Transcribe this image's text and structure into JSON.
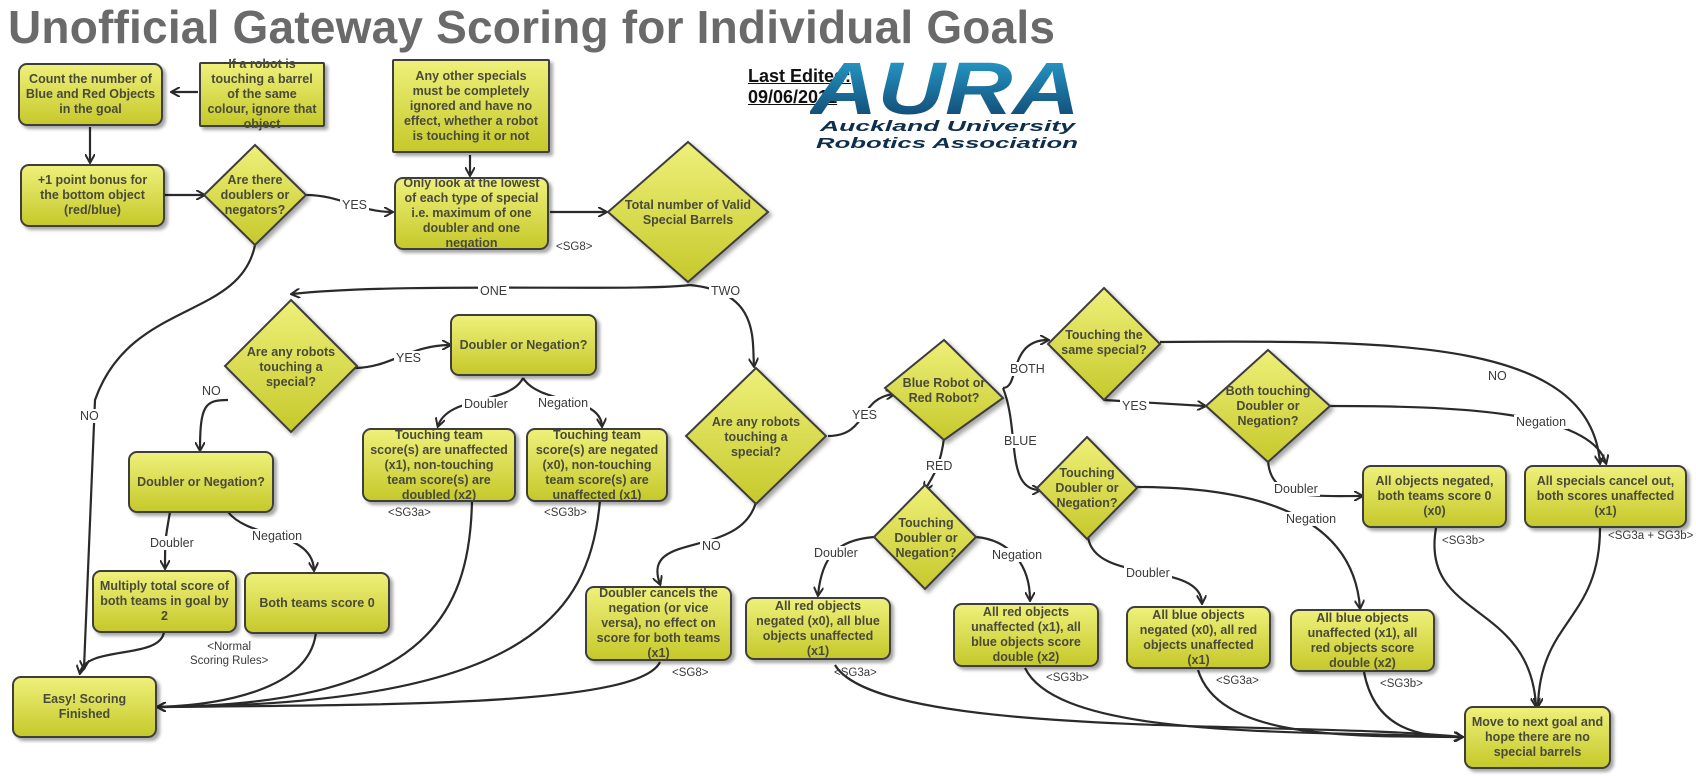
{
  "title": "Unofficial Gateway Scoring for Individual Goals",
  "last_edited": {
    "label": "Last Edited:",
    "date": "09/06/2011"
  },
  "logo": {
    "main": "AURA",
    "line1": "Auckland University",
    "line2": "Robotics Association"
  },
  "nodes": {
    "count": "Count the number of Blue and Red Objects in the goal",
    "ignore_barrel": "If a robot is touching a barrel of the same colour, ignore that object",
    "bonus": "+1 point bonus for the bottom object (red/blue)",
    "q_doublers": "Are there doublers or negators?",
    "other_specials": "Any other specials must be completely ignored and have no effect, whether a robot is touching it or not",
    "lowest_special": "Only look at the lowest of each type of special i.e. maximum of one doubler and one negation",
    "q_total": "Total number of Valid Special Barrels",
    "q_touch_one": "Are any robots touching a special?",
    "dn_yes": "Doubler or Negation?",
    "dn_no": "Doubler or Negation?",
    "doubled": "Touching team score(s) are unaffected (x1), non-touching team score(s) are doubled (x2)",
    "negated": "Touching team score(s) are negated (x0), non-touching team score(s) are unaffected (x1)",
    "multiply": "Multiply total score of both teams in goal by 2",
    "zero": "Both teams score 0",
    "easy": "Easy! Scoring Finished",
    "q_touch_two": "Are any robots touching a special?",
    "cancel": "Doubler cancels the negation (or vice versa), no effect on score for both teams (x1)",
    "q_color": "Blue Robot or Red Robot?",
    "q_same": "Touching the same special?",
    "q_both_dn": "Both touching Doubler or Negation?",
    "q_red_dn": "Touching Doubler or Negation?",
    "q_blue_dn": "Touching Doubler or Negation?",
    "red_neg": "All red objects negated (x0), all blue objects unaffected (x1)",
    "red_unaff": "All red objects unaffected (x1), all blue objects score double (x2)",
    "blue_neg": "All blue objects negated (x0), all red objects unaffected (x1)",
    "blue_unaff": "All blue objects unaffected (x1), all red objects score double (x2)",
    "all_neg": "All objects negated, both teams score 0 (x0)",
    "all_cancel": "All specials cancel out, both scores unaffected (x1)",
    "next": "Move to next goal and hope there are no special barrels"
  },
  "edge_labels": {
    "yes1": "YES",
    "no1": "NO",
    "one": "ONE",
    "two": "TWO",
    "yes2": "YES",
    "no2": "NO",
    "doubler1": "Doubler",
    "negation1": "Negation",
    "doubler2": "Doubler",
    "negation2": "Negation",
    "yes3": "YES",
    "no3": "NO",
    "both": "BOTH",
    "blue": "BLUE",
    "red": "RED",
    "yes4": "YES",
    "no4": "NO",
    "negation3": "Negation",
    "doubler3": "Doubler",
    "doubler4": "Doubler",
    "negation4": "Negation",
    "doubler5": "Doubler",
    "negation5": "Negation"
  },
  "refs": {
    "sg8_a": "<SG8>",
    "sg3a_1": "<SG3a>",
    "sg3b_1": "<SG3b>",
    "normal": "<Normal\nScoring Rules>",
    "sg8_b": "<SG8>",
    "sg3a_2": "<SG3a>",
    "sg3b_2": "<SG3b>",
    "sg3a_3": "<SG3a>",
    "sg3b_3": "<SG3b>",
    "sg3b_4": "<SG3b>",
    "sg3ab": "<SG3a + SG3b>"
  }
}
